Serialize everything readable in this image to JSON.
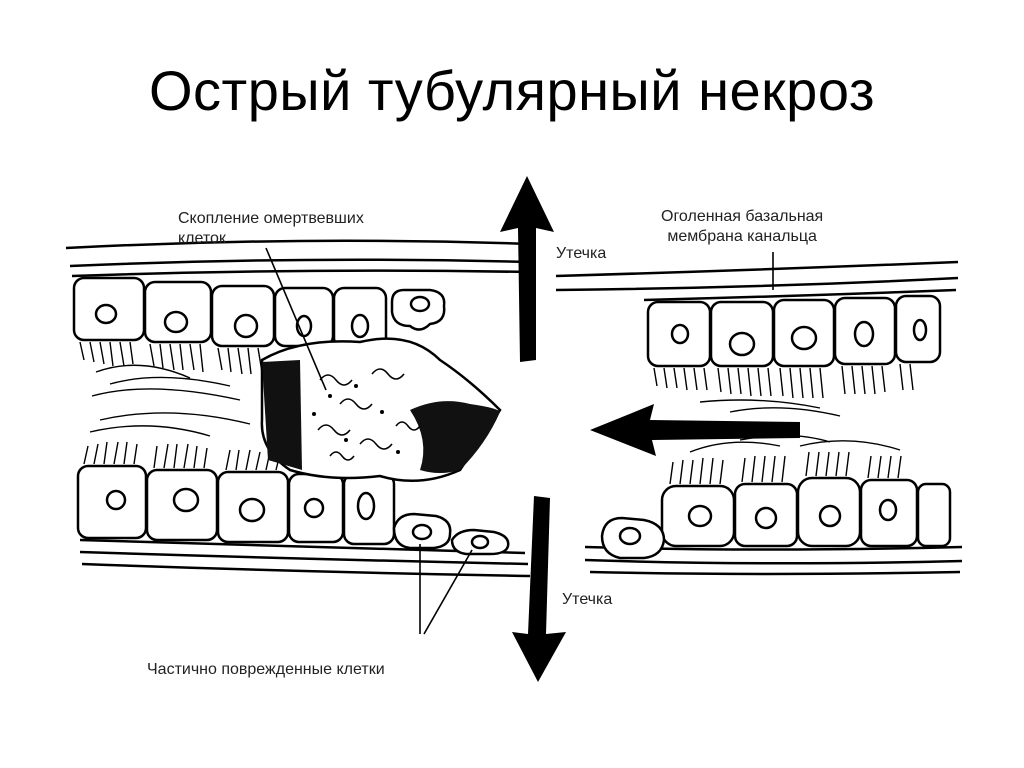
{
  "slide": {
    "title": "Острый тубулярный некроз"
  },
  "labels": {
    "dead_cells": [
      "Скопление омертвевших",
      "клеток"
    ],
    "basal_membrane": [
      "Оголенная базальная",
      "мембрана канальца"
    ],
    "leak_top": "Утечка",
    "leak_bottom": "Утечка",
    "damaged_cells": "Частично поврежденные клетки"
  },
  "colors": {
    "ink": "#000000",
    "label": "#222222",
    "background": "#ffffff"
  }
}
